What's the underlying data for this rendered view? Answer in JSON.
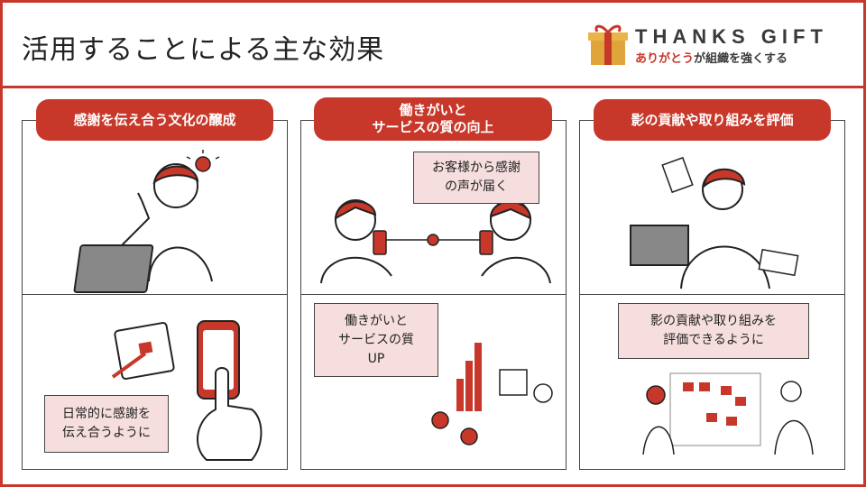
{
  "header": {
    "title": "活用することによる主な効果",
    "logo_text": "THANKS GIFT",
    "logo_sub_red": "ありがとう",
    "logo_sub_rest": "が組織を強くする"
  },
  "columns": [
    {
      "heading": "感謝を伝え合う文化の醸成",
      "note": "日常的に感謝を\n伝え合うように"
    },
    {
      "heading": "働きがいと\nサービスの質の向上",
      "bubble": "お客様から感謝\nの声が届く",
      "note": "働きがいと\nサービスの質\nUP"
    },
    {
      "heading": "影の貢献や取り組みを評価",
      "note": "影の貢献や取り組みを\n評価できるように"
    }
  ],
  "colors": {
    "accent": "#c8382a",
    "note_bg": "#f6dede",
    "line": "#444444"
  },
  "icons": [
    "gift-icon",
    "lightbulb-icon",
    "laptop-icon",
    "calendar-icon",
    "smartphone-icon",
    "chart-icon",
    "whiteboard-icon",
    "phone-icon"
  ]
}
